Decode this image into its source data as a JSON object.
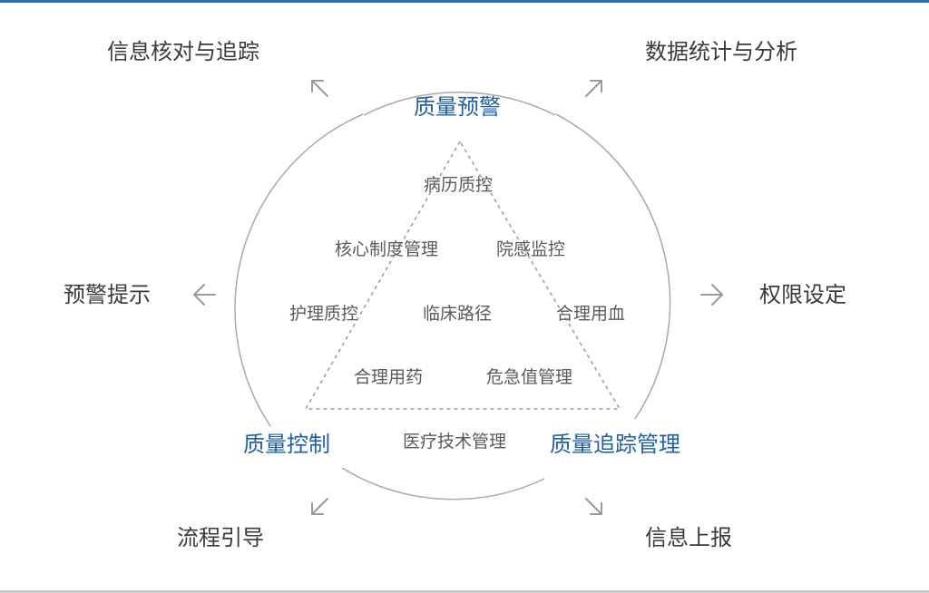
{
  "outer": {
    "top_left": "信息核对与追踪",
    "top_right": "数据统计与分析",
    "left": "预警提示",
    "right": "权限设定",
    "bottom_left": "流程引导",
    "bottom_right": "信息上报"
  },
  "core": {
    "top": "质量预警",
    "bottom_left": "质量控制",
    "bottom_right": "质量追踪管理"
  },
  "inner": {
    "row1": "病历质控",
    "row2_left": "核心制度管理",
    "row2_right": "院感监控",
    "row3_left": "护理质控",
    "row3_center": "临床路径",
    "row3_right": "合理用血",
    "row4_left": "合理用药",
    "row4_right": "危急值管理",
    "bottom": "医疗技术管理"
  },
  "colors": {
    "core_text": "#1f5fa6",
    "outer_text": "#3a3a3a",
    "inner_text": "#5a5a5a",
    "lines": "#a8a8a8",
    "top_rule": "#2f6fa8"
  }
}
